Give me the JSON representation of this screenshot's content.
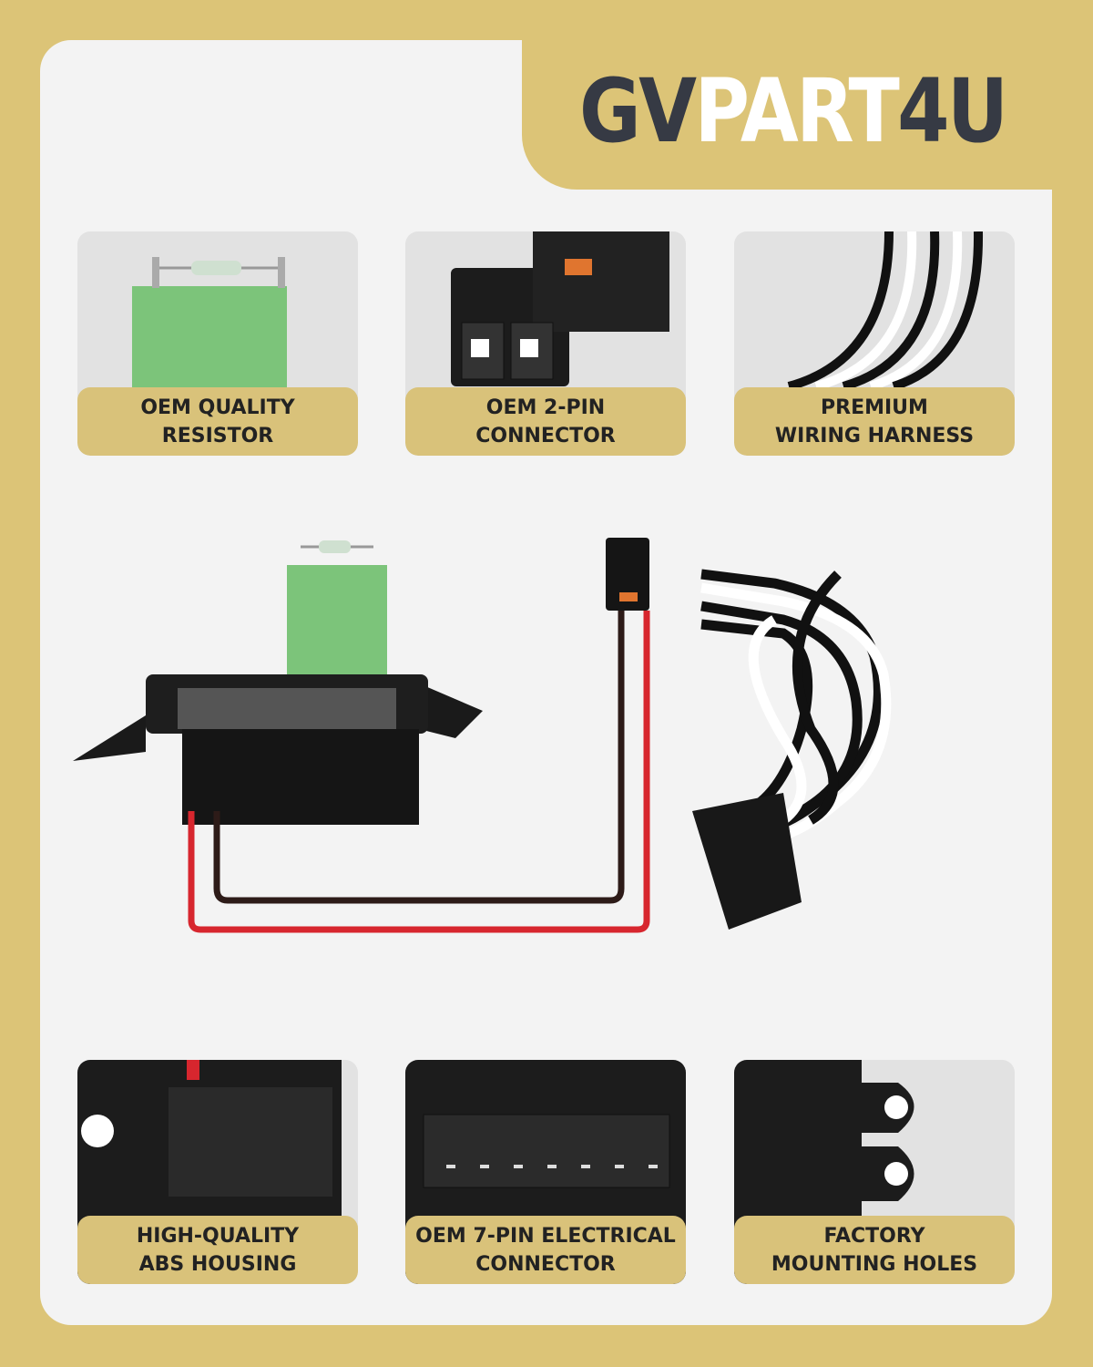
{
  "brand": {
    "logo_parts": [
      "GV",
      "PART",
      "4U"
    ]
  },
  "features_top": [
    {
      "line1": "OEM QUALITY",
      "line2": "RESISTOR"
    },
    {
      "line1": "OEM 2-PIN",
      "line2": "CONNECTOR"
    },
    {
      "line1": "PREMIUM",
      "line2": "WIRING HARNESS"
    }
  ],
  "features_bottom": [
    {
      "line1": "HIGH-QUALITY",
      "line2": "ABS HOUSING"
    },
    {
      "line1": "OEM 7-PIN ELECTRICAL",
      "line2": "CONNECTOR"
    },
    {
      "line1": "FACTORY",
      "line2": "MOUNTING HOLES"
    }
  ],
  "colors": {
    "gold": "#dcc477",
    "dark": "#363a44",
    "panel": "#f3f3f3"
  }
}
